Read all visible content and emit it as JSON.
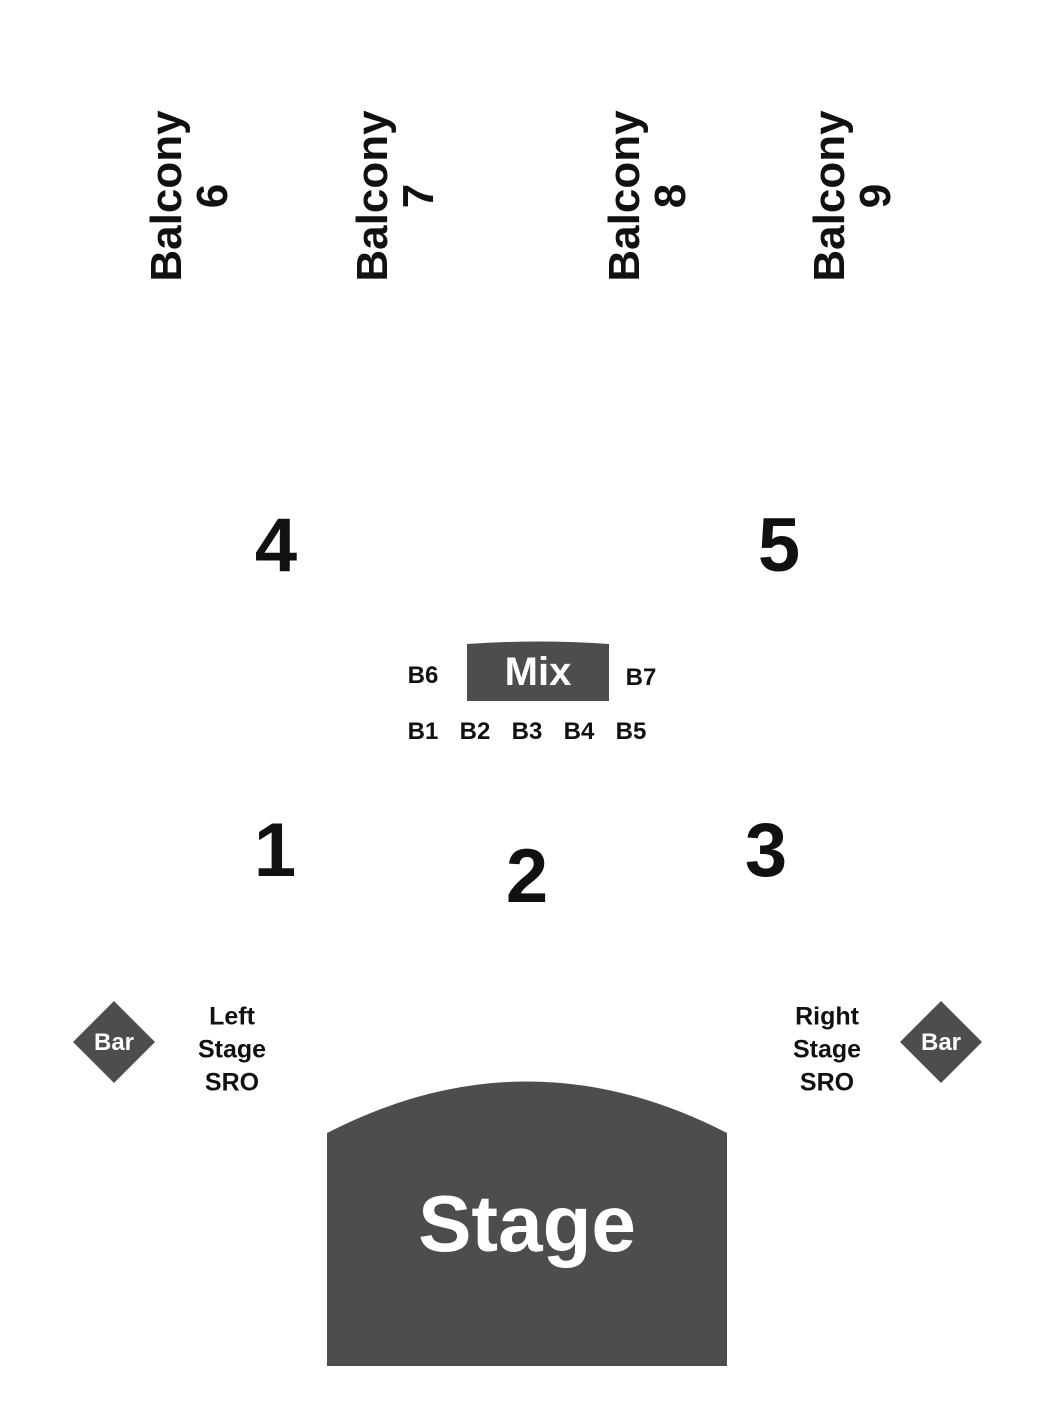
{
  "balconies": [
    {
      "name": "Balcony",
      "number": "6"
    },
    {
      "name": "Balcony",
      "number": "7"
    },
    {
      "name": "Balcony",
      "number": "8"
    },
    {
      "name": "Balcony",
      "number": "9"
    }
  ],
  "sections": [
    "1",
    "2",
    "3",
    "4",
    "5"
  ],
  "mix": {
    "label": "Mix"
  },
  "boxes": {
    "side": [
      "B6",
      "B7"
    ],
    "front": [
      "B1",
      "B2",
      "B3",
      "B4",
      "B5"
    ]
  },
  "sro": {
    "left": [
      "Left",
      "Stage",
      "SRO"
    ],
    "right": [
      "Right",
      "Stage",
      "SRO"
    ]
  },
  "bars": {
    "left": "Bar",
    "right": "Bar"
  },
  "stage": {
    "label": "Stage"
  },
  "colors": {
    "venue_fill": "#4d4d4d",
    "label_text": "#111111",
    "inverse_text": "#ffffff",
    "background": "#ffffff"
  }
}
